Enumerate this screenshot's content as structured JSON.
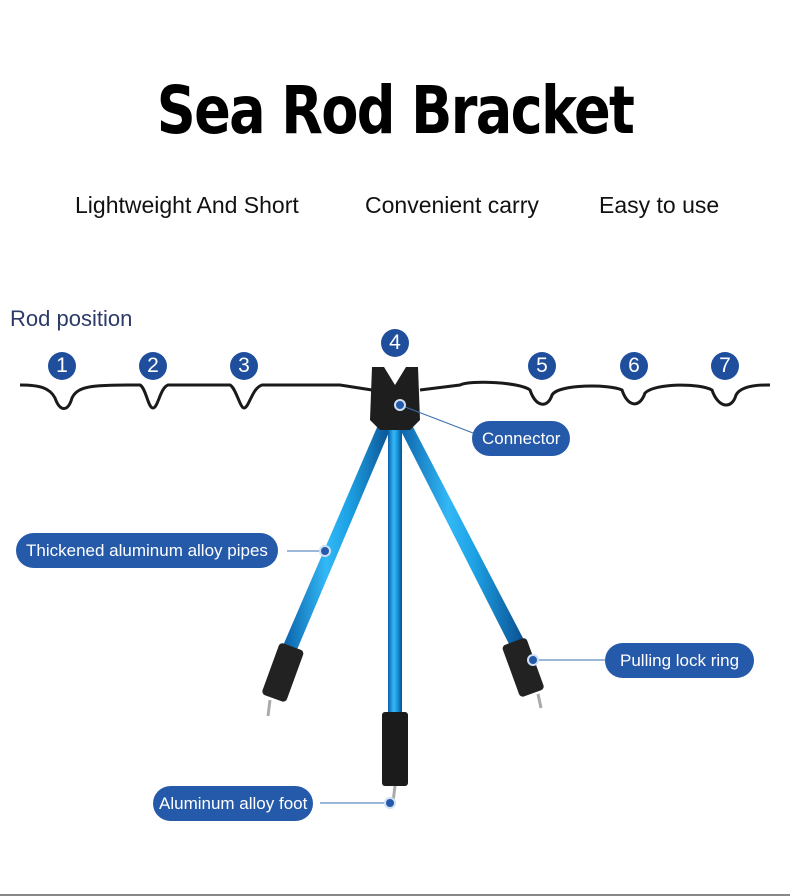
{
  "title": "Sea Rod Bracket",
  "features": [
    "Lightweight And Short",
    "Convenient carry",
    "Easy to use"
  ],
  "rod_position": {
    "label": "Rod position",
    "numbers": [
      "1",
      "2",
      "3",
      "4",
      "5",
      "6",
      "7"
    ]
  },
  "callouts": {
    "connector": "Connector",
    "pipes": "Thickened aluminum alloy pipes",
    "lock_ring": "Pulling lock ring",
    "foot": "Aluminum alloy foot"
  },
  "colors": {
    "badge": "#2559a9",
    "leg": "#1e9be0"
  }
}
